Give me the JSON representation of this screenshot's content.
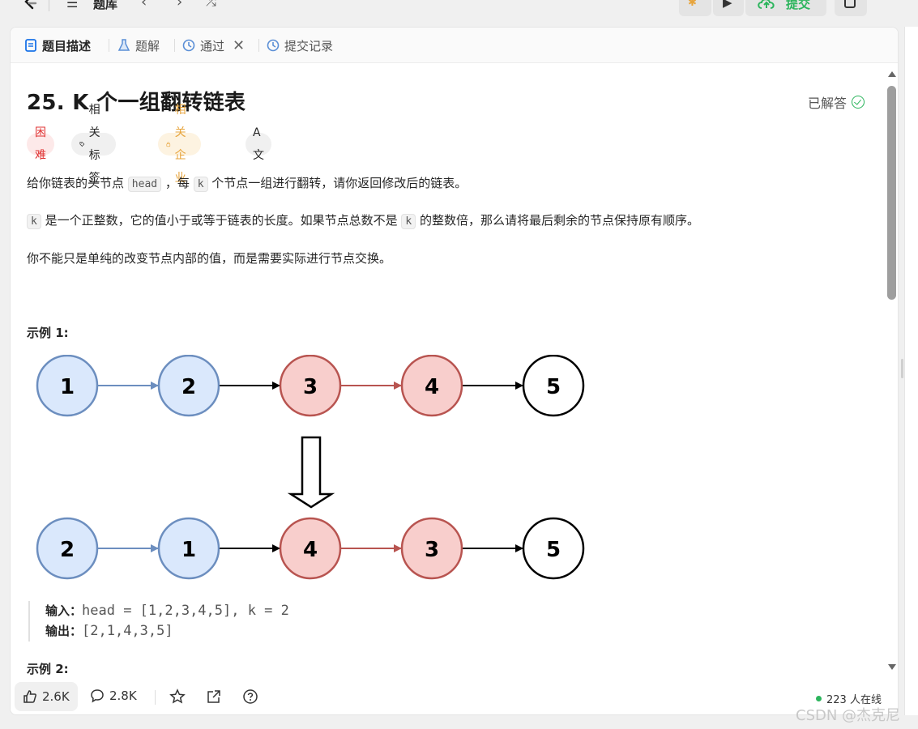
{
  "toolbar": {
    "title": "题库",
    "submit_label": "提交"
  },
  "tabs": [
    {
      "label": "题目描述"
    },
    {
      "label": "题解"
    },
    {
      "label": "通过"
    },
    {
      "label": "提交记录"
    }
  ],
  "problem": {
    "title": "25. K 个一组翻转链表",
    "status": "已解答",
    "tags": {
      "difficulty": "困难",
      "related_tags": "相关标签",
      "related_companies": "相关企业"
    },
    "para1": {
      "a": "给你链表的头节点",
      "code1": "head",
      "b": "，每",
      "code2": "k",
      "c": "个节点一组进行翻转，请你返回修改后的链表。"
    },
    "para2": {
      "code1": "k",
      "a": "是一个正整数，它的值小于或等于链表的长度。如果节点总数不是",
      "code2": "k",
      "b": "的整数倍，那么请将最后剩余的节点保持原有顺序。"
    },
    "para3": "你不能只是单纯的改变节点内部的值，而是需要实际进行节点交换。",
    "example1_heading": "示例 1:",
    "example1_input_label": "输入：",
    "example1_input": "head = [1,2,3,4,5], k = 2",
    "example1_output_label": "输出：",
    "example1_output": "[2,1,4,3,5]",
    "example2_heading": "示例 2:"
  },
  "diagram": {
    "top_nodes": [
      "1",
      "2",
      "3",
      "4",
      "5"
    ],
    "bottom_nodes": [
      "2",
      "1",
      "4",
      "3",
      "5"
    ],
    "colors": {
      "blue_fill": "#dae8fc",
      "blue_stroke": "#6c8ebf",
      "red_fill": "#f8cecc",
      "red_stroke": "#b85450",
      "white_fill": "#ffffff",
      "black_stroke": "#000000"
    }
  },
  "bottom": {
    "likes": "2.6K",
    "comments": "2.8K",
    "online": "223 人在线"
  },
  "watermark": "CSDN @杰克尼",
  "colors": {
    "accent_green": "#2db55d",
    "hard_red": "#e03131",
    "company_orange": "#e7a43c"
  }
}
